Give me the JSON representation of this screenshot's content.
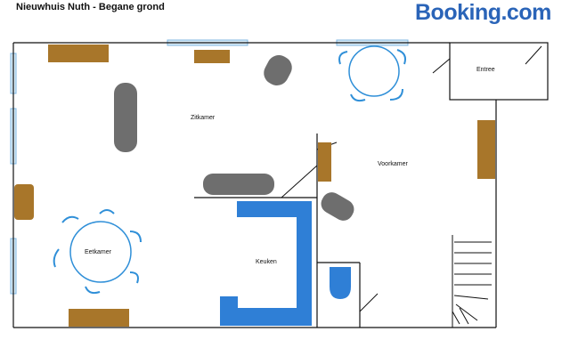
{
  "header": {
    "title": "Nieuwhuis Nuth - Begane grond",
    "brand": "Booking.com"
  },
  "rooms": {
    "entree": "Entree",
    "zitkamer": "Zitkamer",
    "voorkamer": "Voorkamer",
    "eetkamer": "Eetkamer",
    "keuken": "Keuken"
  },
  "colors": {
    "brand": "#2a64b8",
    "wall": "#111111",
    "furniture_wood": "#a8762a",
    "furniture_grey": "#6e6e6e",
    "kitchen_blue": "#2f7fd6",
    "window_blue": "#bfdcf2",
    "chair_blue": "#2f8fd8"
  }
}
